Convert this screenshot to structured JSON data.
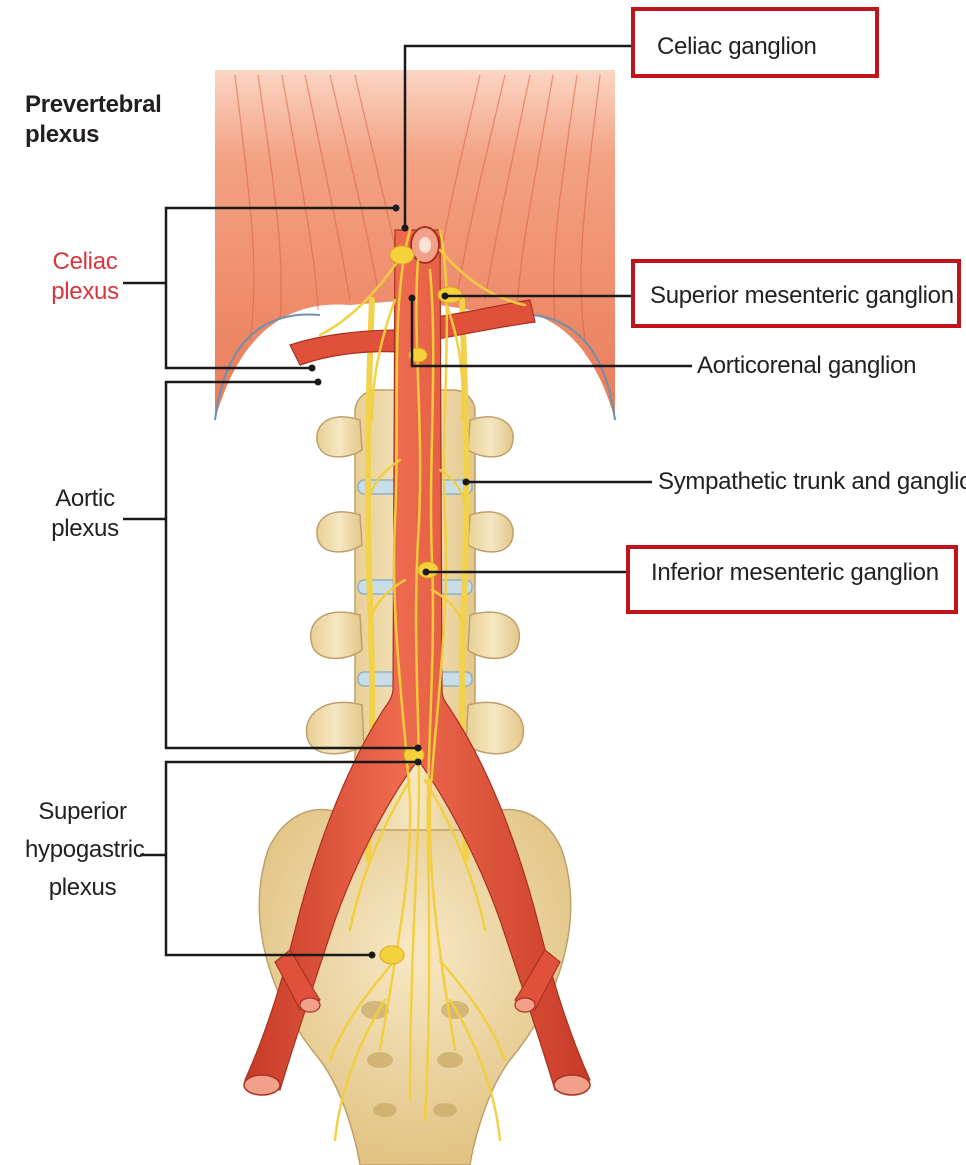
{
  "colors": {
    "background": "#ffffff",
    "muscle": "#f08a6a",
    "artery": "#e0503a",
    "nerve": "#f2d24a",
    "bone": "#f1dfb1",
    "leader_line": "#1a1a1a",
    "highlight_box": "#c0141b",
    "group_label_accent": "#d8353e",
    "text": "#231f20"
  },
  "header": {
    "title_line1": "Prevertebral",
    "title_line2": "plexus"
  },
  "groups": {
    "celiac_line1": "Celiac",
    "celiac_line2": "plexus",
    "aortic_line1": "Aortic",
    "aortic_line2": "plexus",
    "hypogastric_line1": "Superior",
    "hypogastric_line2": "hypogastric",
    "hypogastric_line3": "plexus"
  },
  "labels": {
    "celiac_ganglion": "Celiac ganglion",
    "superior_mesenteric_ganglion": "Superior mesenteric ganglion",
    "aorticorenal_ganglion": "Aorticorenal ganglion",
    "sympathetic_trunk": "Sympathetic trunk and ganglion",
    "inferior_mesenteric_ganglion": "Inferior mesenteric ganglion"
  },
  "highlighted": [
    "Celiac ganglion",
    "Superior mesenteric ganglion",
    "Inferior mesenteric ganglion"
  ],
  "icons": {
    "anatomy_illustration": "abdominal-aorta-autonomic-plexus-illustration"
  }
}
